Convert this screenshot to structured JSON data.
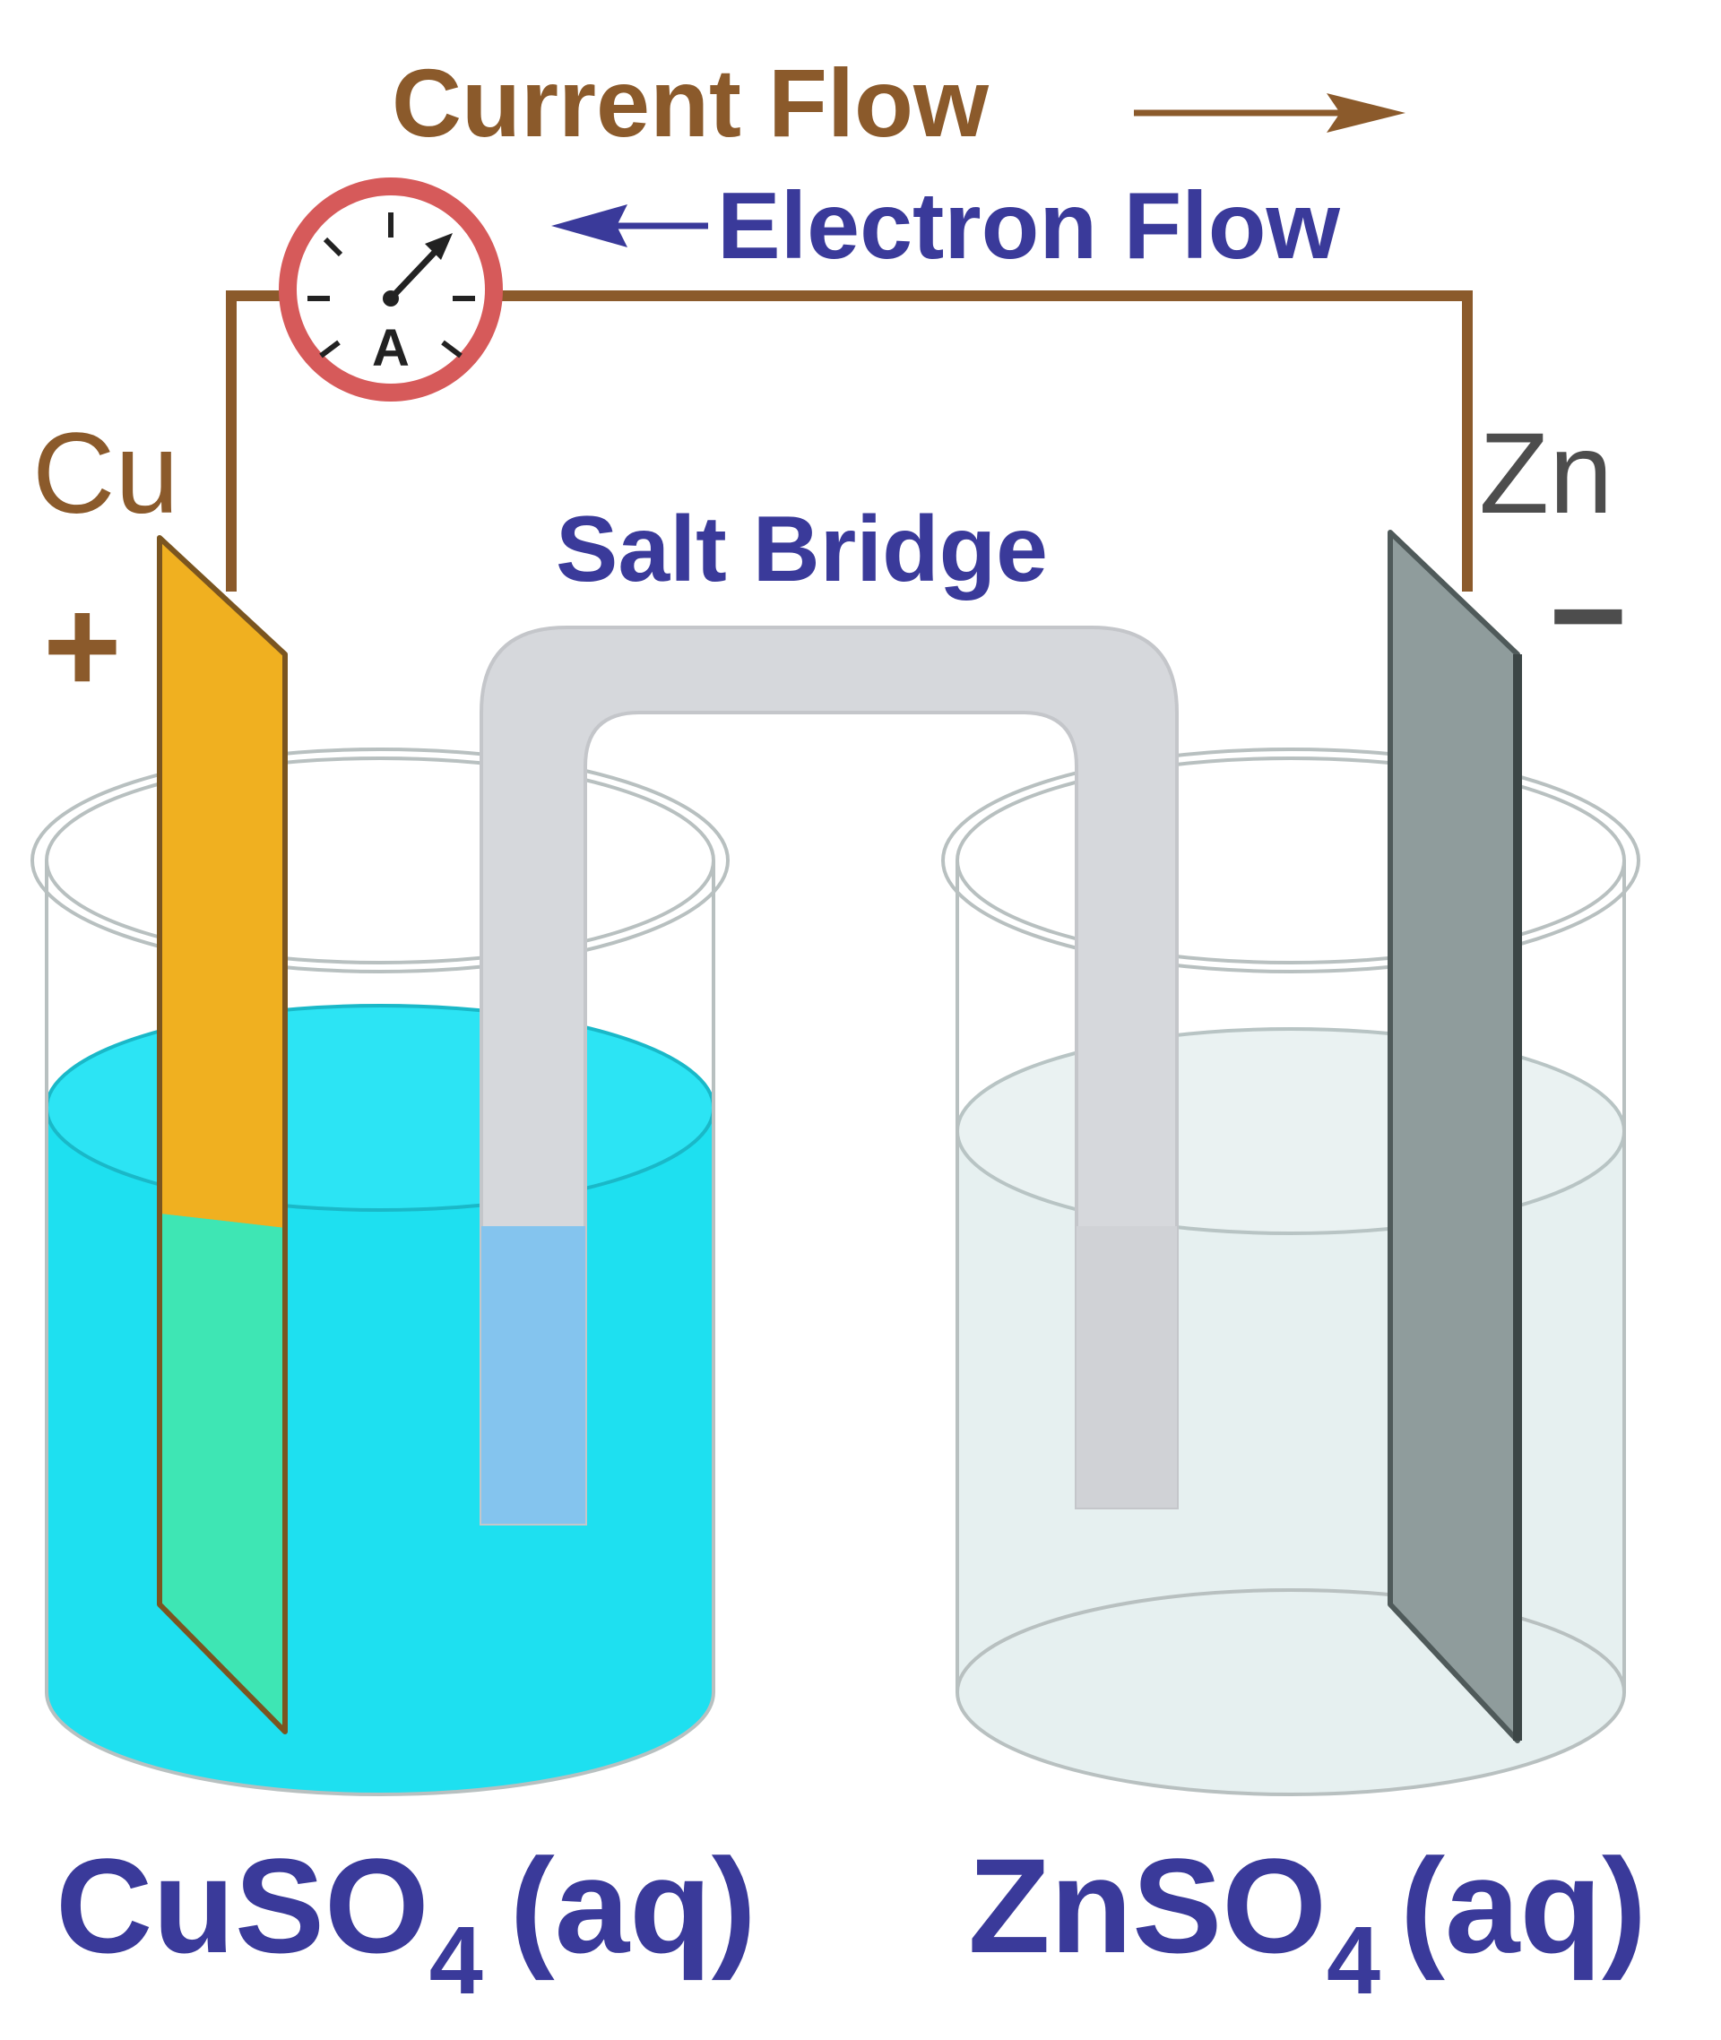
{
  "title": {
    "current_flow": "Current Flow",
    "electron_flow": "Electron Flow"
  },
  "ammeter": {
    "symbol": "A"
  },
  "left_electrode": {
    "symbol": "Cu",
    "polarity": "+"
  },
  "right_electrode": {
    "symbol": "Zn",
    "polarity": "−"
  },
  "salt_bridge": {
    "label": "Salt Bridge"
  },
  "left_solution": {
    "formula_main": "CuSO",
    "subscript": "4",
    "state": "(aq)"
  },
  "right_solution": {
    "formula_main": "ZnSO",
    "subscript": "4",
    "state": "(aq)"
  },
  "colors": {
    "wire": "#8b5a2b",
    "current_text": "#8b5a2b",
    "electron_text": "#3a3a9a",
    "salt_bridge_text": "#3a3a9a",
    "solution_text": "#3a3a9a",
    "copper_plate": "#f0b020",
    "copper_plate_submerged": "#3ee6b4",
    "zinc_plate": "#8f9c9c",
    "zinc_text": "#4d4d4d",
    "cuso4_solution": "#1ee0f0",
    "znso4_solution": "#e6f0f0",
    "salt_bridge_tube": "#d6d8dc",
    "salt_bridge_submerged": "#84c4ee",
    "ammeter_ring": "#d65a5a"
  }
}
